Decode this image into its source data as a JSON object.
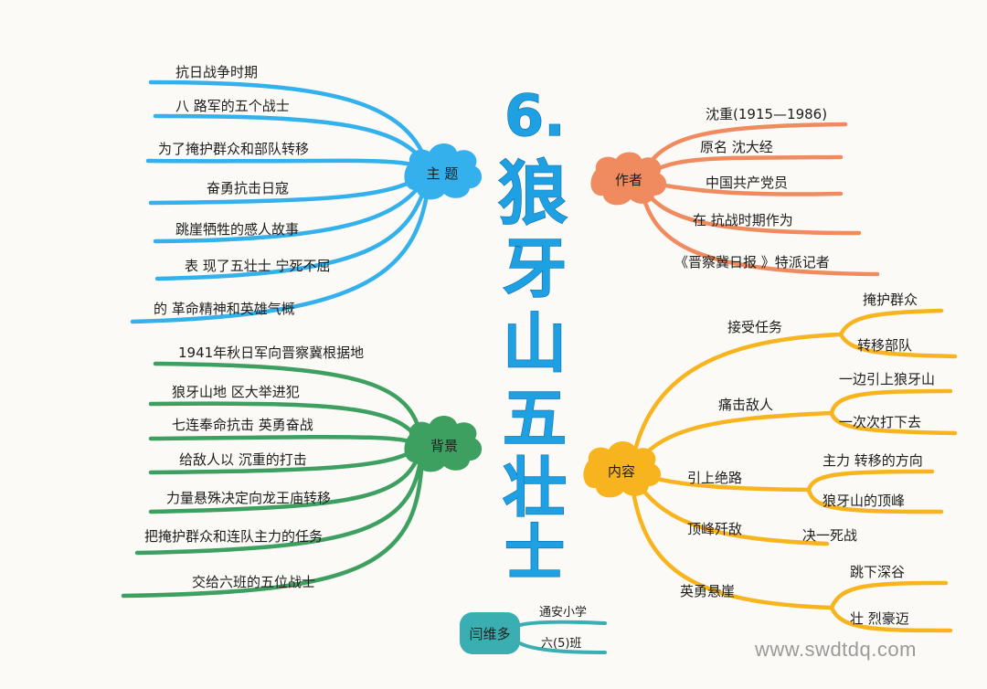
{
  "title": {
    "number": "6.",
    "chars": [
      "狼",
      "牙",
      "山",
      "五",
      "壮",
      "士"
    ]
  },
  "colors": {
    "title": "#1ea0e2",
    "theme": "#34b0ec",
    "author": "#ef8b5f",
    "background": "#3d9f60",
    "content": "#f7b41f"
  },
  "branches": {
    "theme": {
      "label": "主 题",
      "items": [
        "抗日战争时期",
        "八 路军的五个战士",
        "为了掩护群众和部队转移",
        "奋勇抗击日寇",
        "跳崖牺牲的感人故事",
        "表 现了五壮士 宁死不屈",
        "的 革命精神和英雄气概"
      ]
    },
    "author": {
      "label": "作者",
      "items": [
        "沈重(1915—1986)",
        "原名 沈大经",
        "中国共产党员",
        "在 抗战时期作为",
        "《晋察冀日报 》特派记者"
      ]
    },
    "background": {
      "label": "背景",
      "items": [
        "1941年秋日军向晋察冀根据地",
        "狼牙山地 区大举进犯",
        "七连奉命抗击 英勇奋战",
        "给敌人以 沉重的打击",
        "力量悬殊决定向龙王庙转移",
        "把掩护群众和连队主力的任务",
        "交给六班的五位战士"
      ]
    },
    "content": {
      "label": "内容",
      "groups": [
        {
          "label": "接受任务",
          "subs": [
            "掩护群众",
            "转移部队"
          ]
        },
        {
          "label": "痛击敌人",
          "subs": [
            "一边引上狼牙山",
            "一次次打下去"
          ]
        },
        {
          "label": "引上绝路",
          "subs": [
            "主力 转移的方向",
            "狼牙山的顶峰"
          ]
        },
        {
          "label": "顶峰歼敌",
          "subs": [
            "决一死战"
          ]
        },
        {
          "label": "英勇悬崖",
          "subs": [
            "跳下深谷",
            "壮 烈豪迈"
          ]
        }
      ]
    }
  },
  "signature": {
    "name": "闫维多",
    "school": "通安小学",
    "class": "六(5)班"
  },
  "watermark": "www.swdtdq.com"
}
